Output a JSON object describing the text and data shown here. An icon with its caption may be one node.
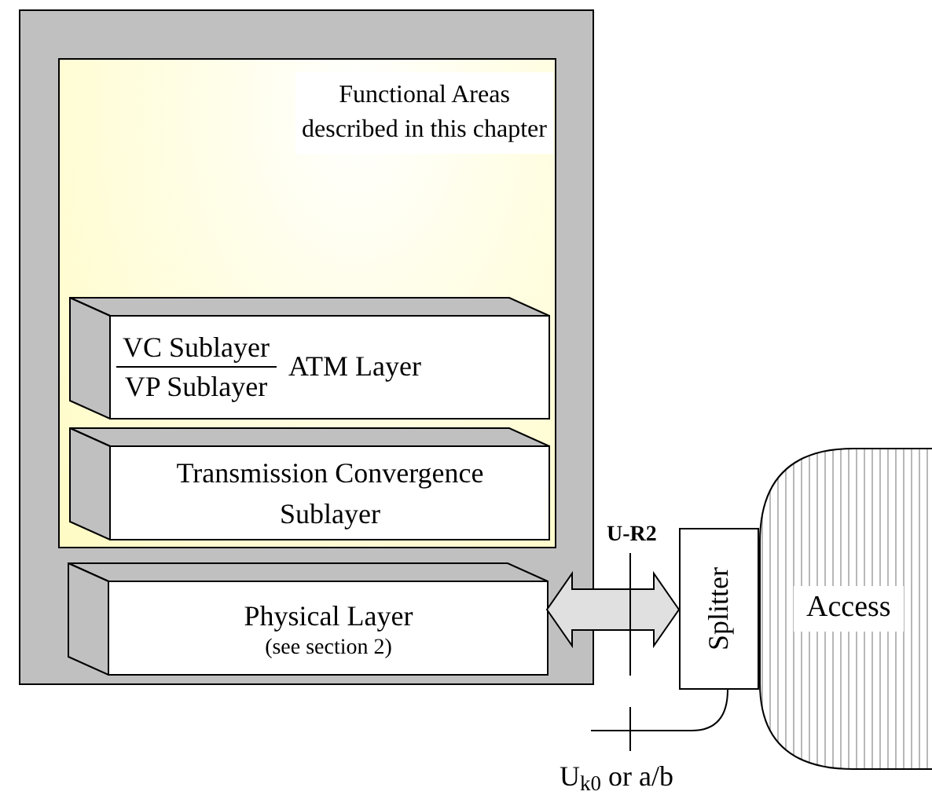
{
  "diagram": {
    "nodes": [
      {
        "text": [],
        "shape": "box"
      },
      {
        "text": [
          "Functional Areas described in this chapter"
        ],
        "in": 0
      },
      {
        "text": [
          "VC Sublayer",
          "VP Sublayer",
          "ATM Layer"
        ],
        "in": 1
      },
      {
        "text": [
          "Transmission Convergence Sublayer"
        ],
        "in": 1
      },
      {
        "text": [
          "Physical Layer",
          "(see section 2)"
        ],
        "in": 0
      },
      {
        "text": [
          "Splitter"
        ]
      },
      {
        "text": [
          "Access"
        ]
      }
    ],
    "edges": [
      {
        "from": 4,
        "to": 5,
        "arrow": "both",
        "style": "thick"
      },
      {
        "from": 5,
        "to": null,
        "arrow": "none"
      }
    ],
    "labels": [
      "U-R2",
      "U$_{k0}$ or a/b"
    ]
  }
}
